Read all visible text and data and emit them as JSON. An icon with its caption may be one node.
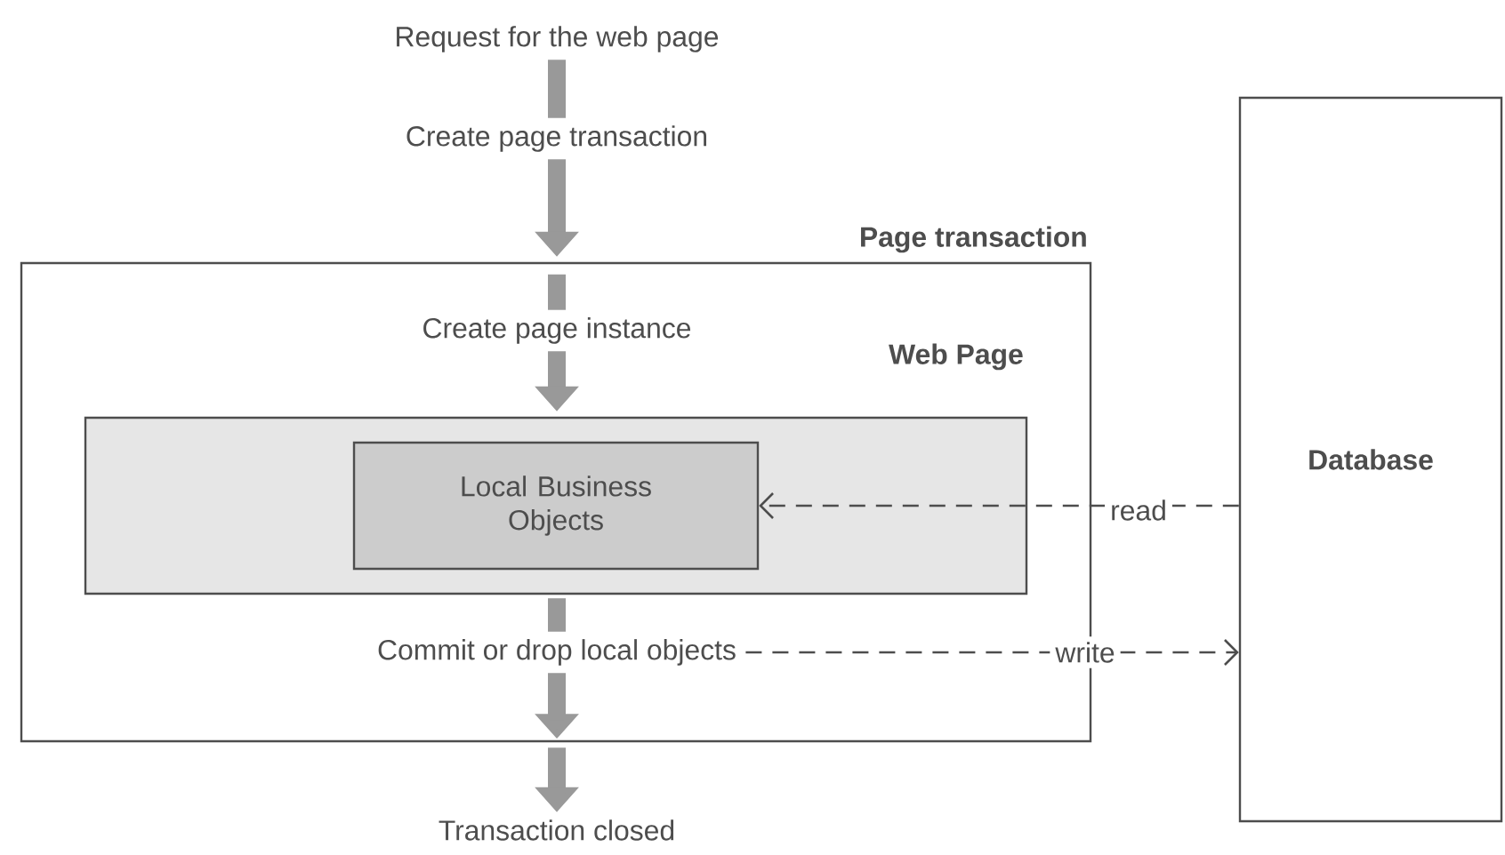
{
  "diagram": {
    "nodes": [
      {
        "text": [
          "Request for the web page"
        ]
      },
      {
        "text": [
          "Create page transaction"
        ]
      },
      {
        "text": [
          "Page transaction"
        ]
      },
      {
        "text": [
          "Create page instance"
        ],
        "in": 2
      },
      {
        "text": [
          "Web Page"
        ],
        "in": 2
      },
      {
        "text": [
          "Local Business Objects"
        ],
        "in": 4
      },
      {
        "text": [
          "Commit or drop local objects"
        ],
        "in": 2
      },
      {
        "text": [
          "Transaction closed"
        ]
      },
      {
        "text": [
          "Database"
        ]
      }
    ],
    "edges": [
      {
        "from": 0,
        "to": 1,
        "arrow": "none"
      },
      {
        "from": 1,
        "to": 2,
        "arrow": "to"
      },
      {
        "from": 2,
        "to": 3,
        "arrow": "none"
      },
      {
        "from": 3,
        "to": 4,
        "arrow": "to"
      },
      {
        "from": 4,
        "to": 6,
        "arrow": "none"
      },
      {
        "from": 6,
        "to": 2,
        "arrow": "to"
      },
      {
        "from": 2,
        "to": 7,
        "arrow": "to"
      },
      {
        "from": 8,
        "to": 5,
        "arrow": "to",
        "style": "dashed",
        "label": "read"
      },
      {
        "from": 6,
        "to": 8,
        "arrow": "to",
        "style": "dashed",
        "label": "write"
      }
    ]
  }
}
